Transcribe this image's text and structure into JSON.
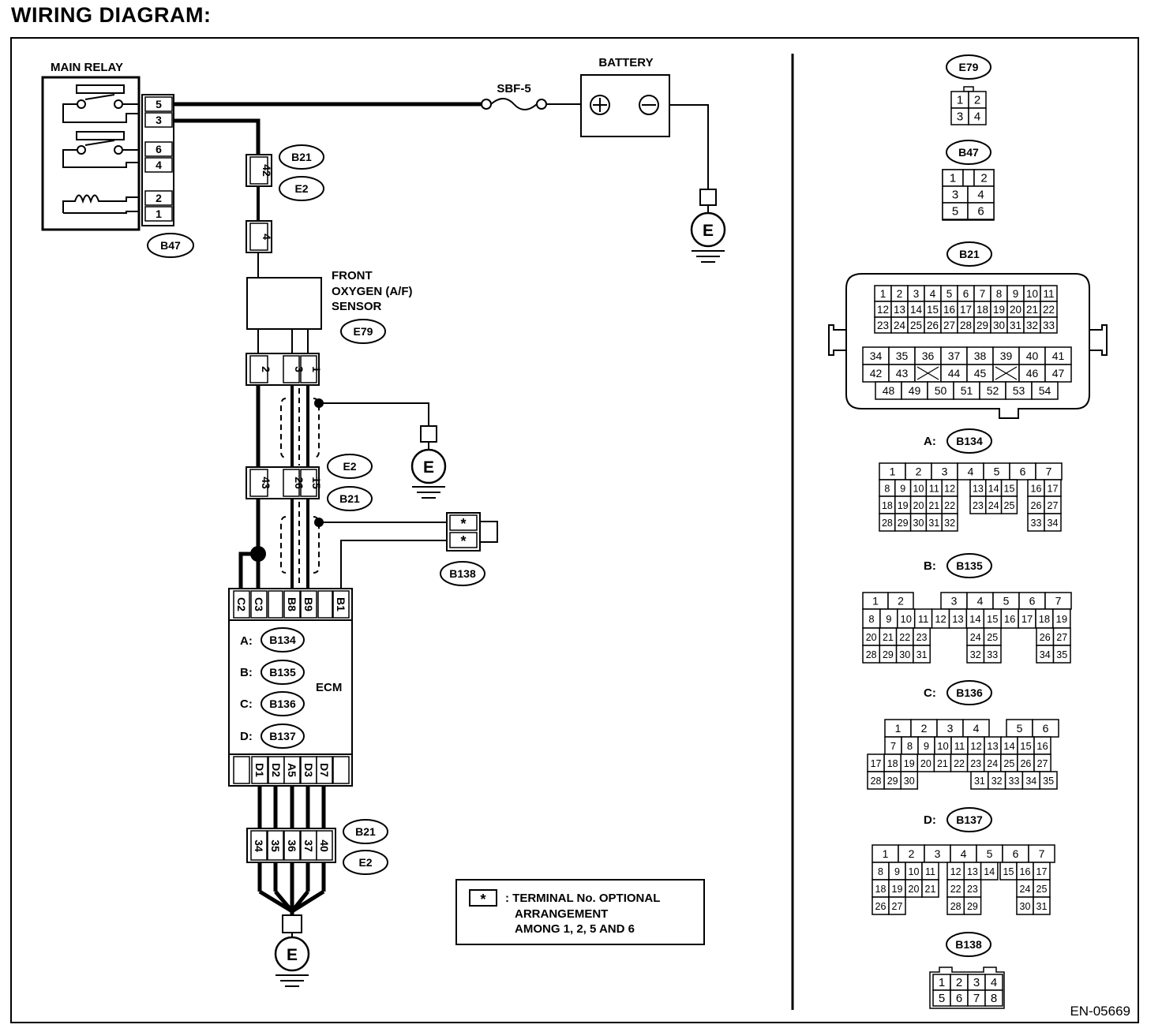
{
  "title": "WIRING DIAGRAM:",
  "figure_code": "EN-05669",
  "components": {
    "main_relay": {
      "label": "MAIN RELAY",
      "pins": [
        "5",
        "3",
        "6",
        "4",
        "2",
        "1"
      ],
      "connector": "B47"
    },
    "battery": {
      "label": "BATTERY",
      "plus": "⊕",
      "minus": "⊖"
    },
    "fuse": {
      "label": "SBF-5"
    },
    "ground": {
      "label": "E"
    },
    "sensor": {
      "label_lines": [
        "FRONT",
        "OXYGEN (A/F)",
        "SENSOR"
      ],
      "connector": "E79",
      "pins": [
        "2",
        "3",
        "1"
      ]
    },
    "joint_top": {
      "pins": [
        "42"
      ],
      "connectors": [
        "B21",
        "E2"
      ]
    },
    "joint_4": {
      "pins": [
        "4"
      ]
    },
    "joint_mid": {
      "pins": [
        "43",
        "26",
        "15"
      ],
      "connectors": [
        "E2",
        "B21"
      ]
    },
    "joint_bottom": {
      "pins": [
        "34",
        "35",
        "36",
        "37",
        "40"
      ],
      "connectors": [
        "B21",
        "E2"
      ]
    },
    "b138_plug": {
      "pins": [
        "*",
        "*"
      ],
      "connector": "B138"
    },
    "ecm": {
      "label": "ECM",
      "top_pins": [
        "C2",
        "C3",
        "B8",
        "B9",
        "B1"
      ],
      "bottom_pins": [
        "D1",
        "D2",
        "A5",
        "D3",
        "D7"
      ],
      "connector_rows": [
        {
          "letter": "A:",
          "code": "B134"
        },
        {
          "letter": "B:",
          "code": "B135"
        },
        {
          "letter": "C:",
          "code": "B136"
        },
        {
          "letter": "D:",
          "code": "B137"
        }
      ]
    }
  },
  "note": {
    "symbol": "*",
    "lines": [
      ": TERMINAL No. OPTIONAL",
      "ARRANGEMENT",
      "AMONG 1, 2, 5  AND 6"
    ]
  },
  "connector_views": {
    "e79": {
      "label": "E79",
      "rows": [
        [
          "1",
          "2"
        ],
        [
          "3",
          "4"
        ]
      ]
    },
    "b47": {
      "label": "B47",
      "rows": [
        [
          "1",
          "2"
        ],
        [
          "3",
          "4"
        ],
        [
          "5",
          "6"
        ]
      ]
    },
    "b21": {
      "label": "B21",
      "rows_top": [
        [
          "1",
          "2",
          "3",
          "4",
          "5",
          "6",
          "7",
          "8",
          "9",
          "10",
          "11"
        ],
        [
          "12",
          "13",
          "14",
          "15",
          "16",
          "17",
          "18",
          "19",
          "20",
          "21",
          "22"
        ],
        [
          "23",
          "24",
          "25",
          "26",
          "27",
          "28",
          "29",
          "30",
          "31",
          "32",
          "33"
        ]
      ],
      "rows_bottom": [
        [
          "34",
          "35",
          "36",
          "37",
          "38",
          "39",
          "40",
          "41"
        ],
        [
          "42",
          "43",
          "",
          "44",
          "45",
          "",
          "46",
          "47"
        ],
        [
          "48",
          "49",
          "50",
          "51",
          "52",
          "53",
          "54"
        ]
      ]
    },
    "a_b134": {
      "letter": "A:",
      "label": "B134",
      "rows": [
        [
          "1",
          "2",
          "3",
          "4",
          "5",
          "6",
          "7"
        ],
        [
          "8",
          "9",
          "10",
          "11",
          "12",
          "13",
          "14",
          "15",
          "16",
          "17"
        ],
        [
          "18",
          "19",
          "20",
          "21",
          "22",
          "23",
          "24",
          "25",
          "26",
          "27"
        ],
        [
          "28",
          "29",
          "30",
          "31",
          "32",
          "33",
          "34"
        ]
      ]
    },
    "b_b135": {
      "letter": "B:",
      "label": "B135",
      "rows": [
        [
          "1",
          "2",
          "3",
          "4",
          "5",
          "6",
          "7"
        ],
        [
          "8",
          "9",
          "10",
          "11",
          "12",
          "13",
          "14",
          "15",
          "16",
          "17",
          "18",
          "19"
        ],
        [
          "20",
          "21",
          "22",
          "23",
          "24",
          "25",
          "26",
          "27"
        ],
        [
          "28",
          "29",
          "30",
          "31",
          "32",
          "33",
          "34",
          "35"
        ]
      ]
    },
    "c_b136": {
      "letter": "C:",
      "label": "B136",
      "rows": [
        [
          "1",
          "2",
          "3",
          "4",
          "5",
          "6"
        ],
        [
          "7",
          "8",
          "9",
          "10",
          "11",
          "12",
          "13",
          "14",
          "15",
          "16"
        ],
        [
          "17",
          "18",
          "19",
          "20",
          "21",
          "22",
          "23",
          "24",
          "25",
          "26",
          "27"
        ],
        [
          "28",
          "29",
          "30",
          "31",
          "32",
          "33",
          "34",
          "35"
        ]
      ]
    },
    "d_b137": {
      "letter": "D:",
      "label": "B137",
      "rows": [
        [
          "1",
          "2",
          "3",
          "4",
          "5",
          "6",
          "7"
        ],
        [
          "8",
          "9",
          "10",
          "11",
          "12",
          "13",
          "14",
          "15",
          "16",
          "17"
        ],
        [
          "18",
          "19",
          "20",
          "21",
          "22",
          "23",
          "24",
          "25"
        ],
        [
          "26",
          "27",
          "28",
          "29",
          "30",
          "31"
        ]
      ]
    },
    "b138": {
      "label": "B138",
      "rows": [
        [
          "1",
          "2",
          "3",
          "4"
        ],
        [
          "5",
          "6",
          "7",
          "8"
        ]
      ]
    }
  }
}
